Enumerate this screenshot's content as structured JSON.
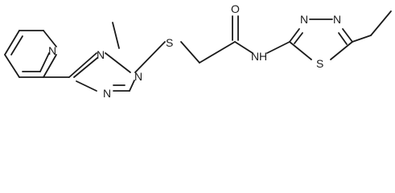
{
  "molecule": {
    "atom_labels": {
      "thiadiazole_n3": "N",
      "thiadiazole_n4": "N",
      "thiadiazole_s1": "S",
      "amide_n": "N",
      "amide_h": "H",
      "carbonyl_o": "O",
      "thioether_s": "S",
      "triazole_n4": "N",
      "triazole_n1": "N",
      "triazole_n2": "N",
      "pyridine_n": "N"
    },
    "colors": {
      "ink": "#1a1a1a",
      "background": "#ffffff"
    }
  }
}
